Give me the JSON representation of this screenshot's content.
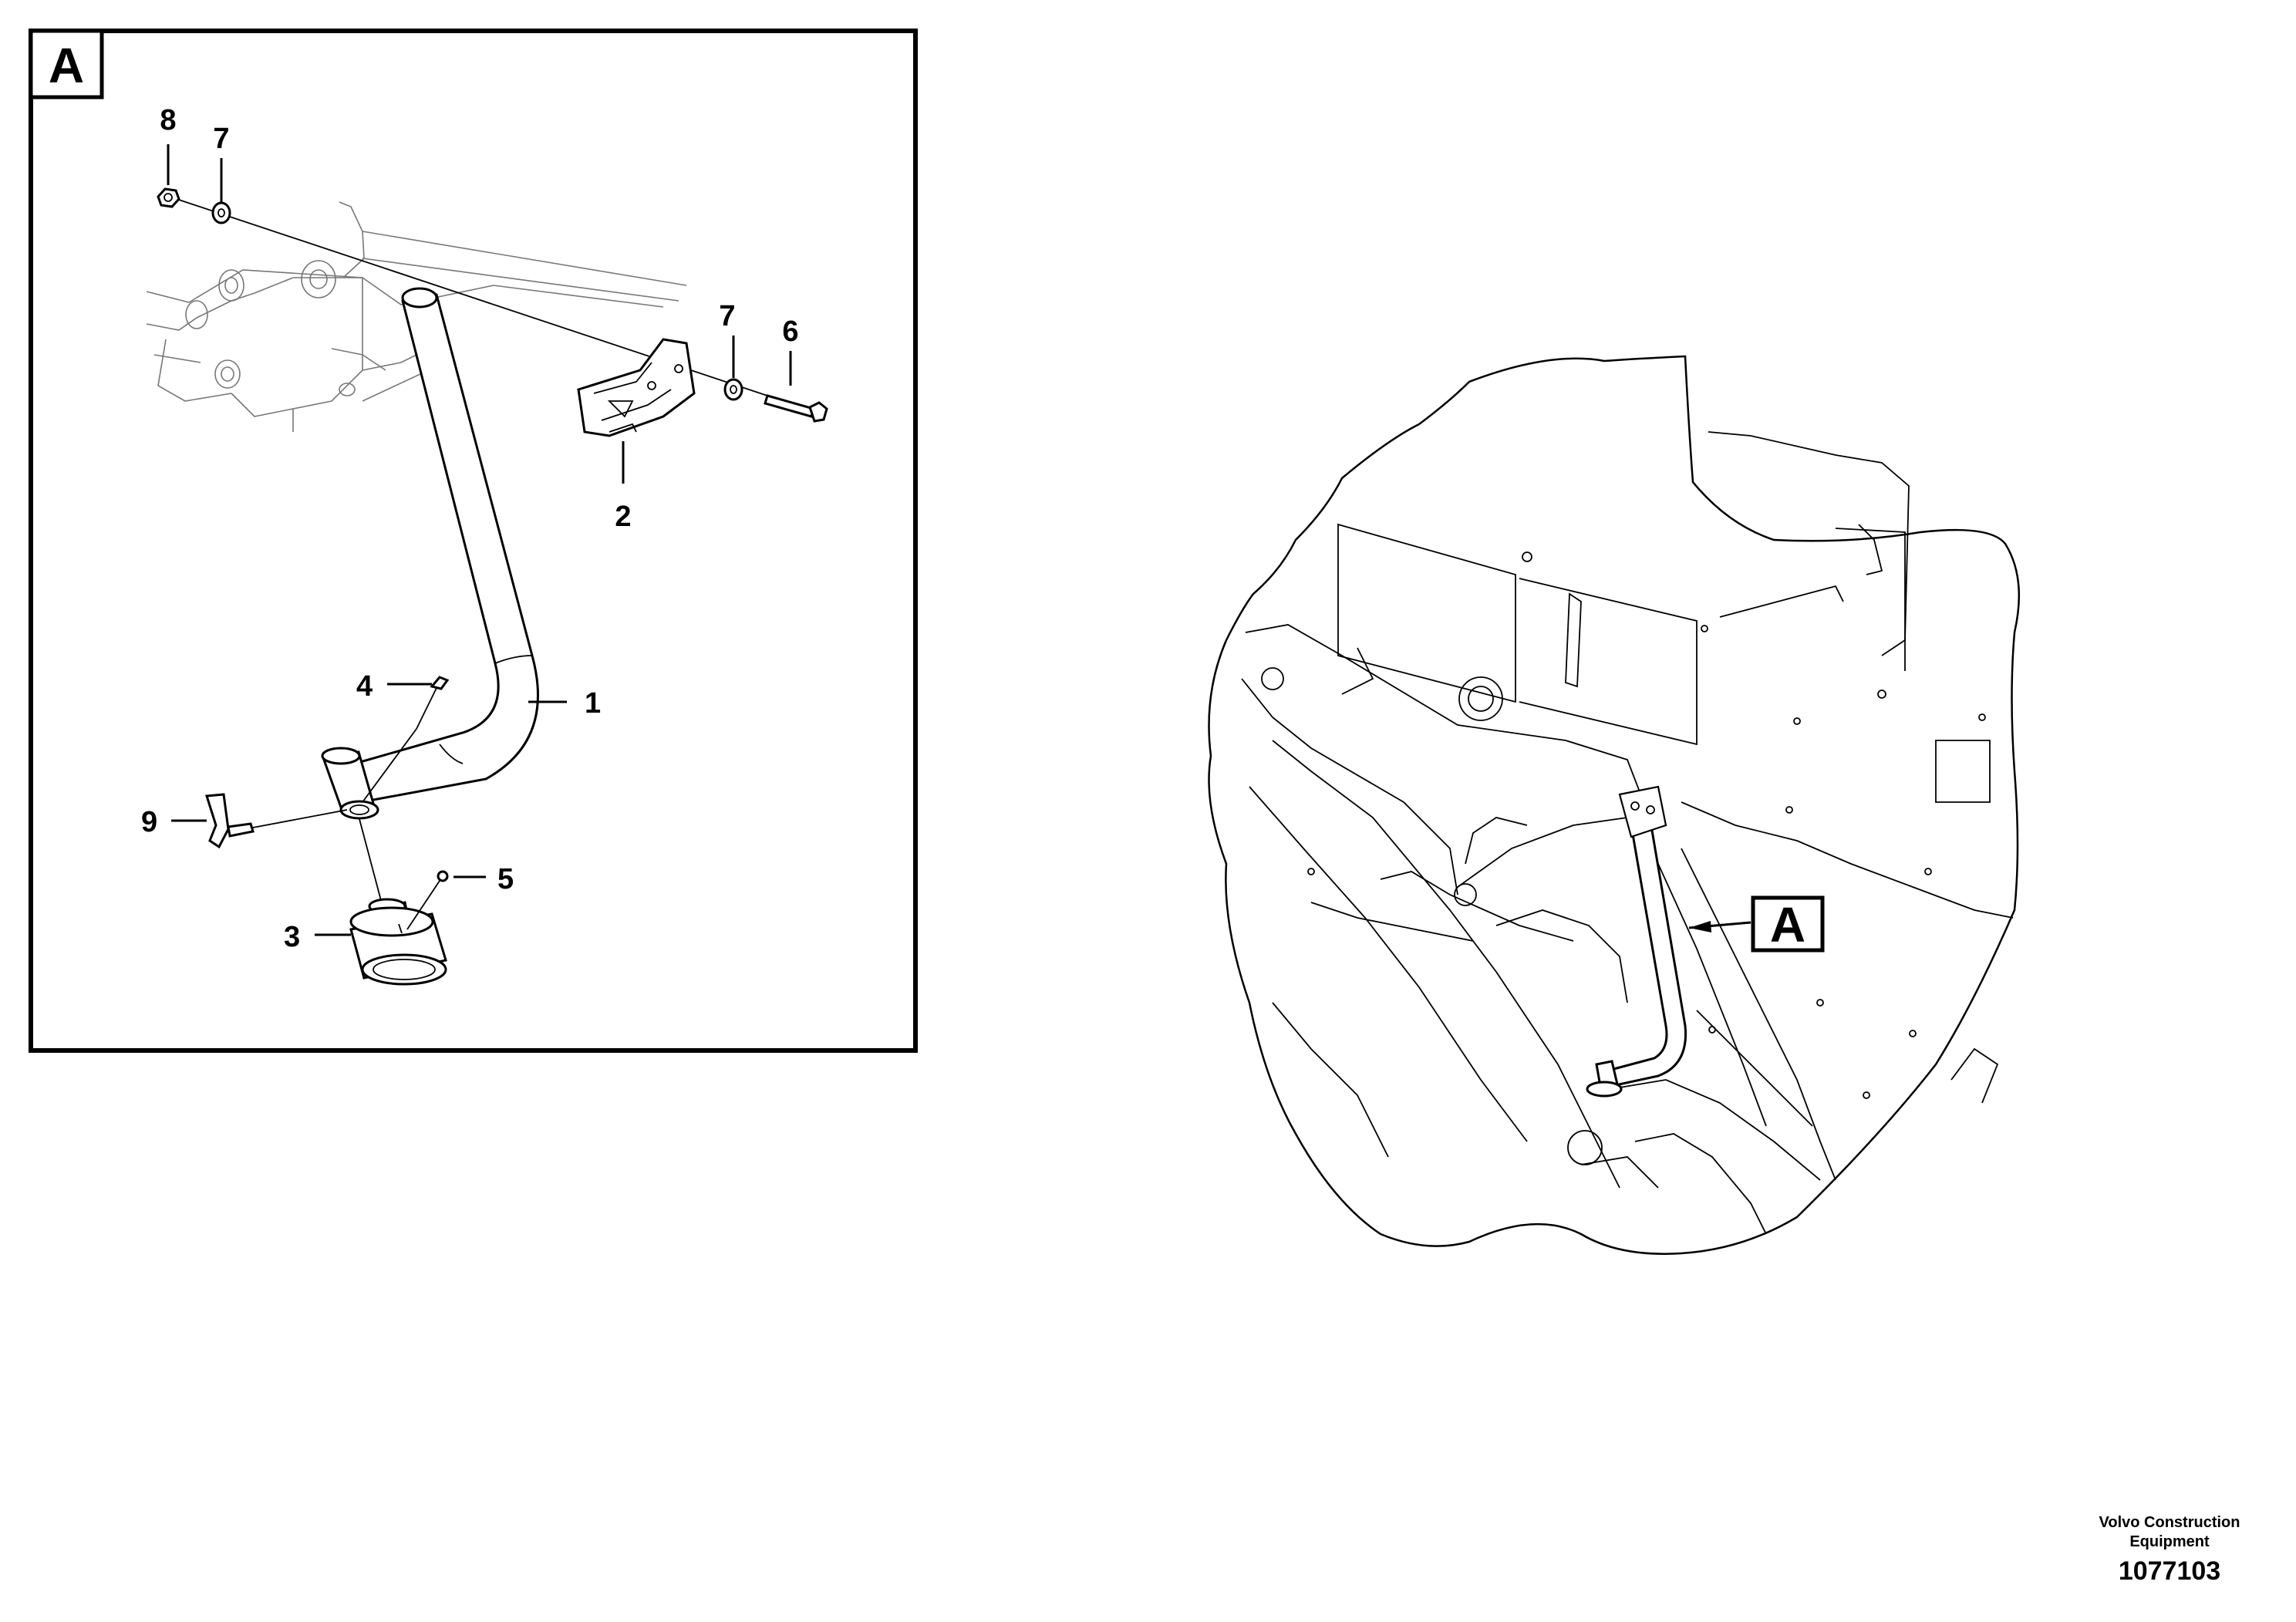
{
  "detail": {
    "label": "A"
  },
  "overview": {
    "label": "A"
  },
  "callouts": [
    {
      "id": "1",
      "label": "1"
    },
    {
      "id": "2",
      "label": "2"
    },
    {
      "id": "3",
      "label": "3"
    },
    {
      "id": "4",
      "label": "4"
    },
    {
      "id": "5",
      "label": "5"
    },
    {
      "id": "6",
      "label": "6"
    },
    {
      "id": "7a",
      "label": "7"
    },
    {
      "id": "7b",
      "label": "7"
    },
    {
      "id": "8",
      "label": "8"
    },
    {
      "id": "9",
      "label": "9"
    }
  ],
  "credit": {
    "company": "Volvo Construction Equipment",
    "doc_number": "1077103"
  }
}
